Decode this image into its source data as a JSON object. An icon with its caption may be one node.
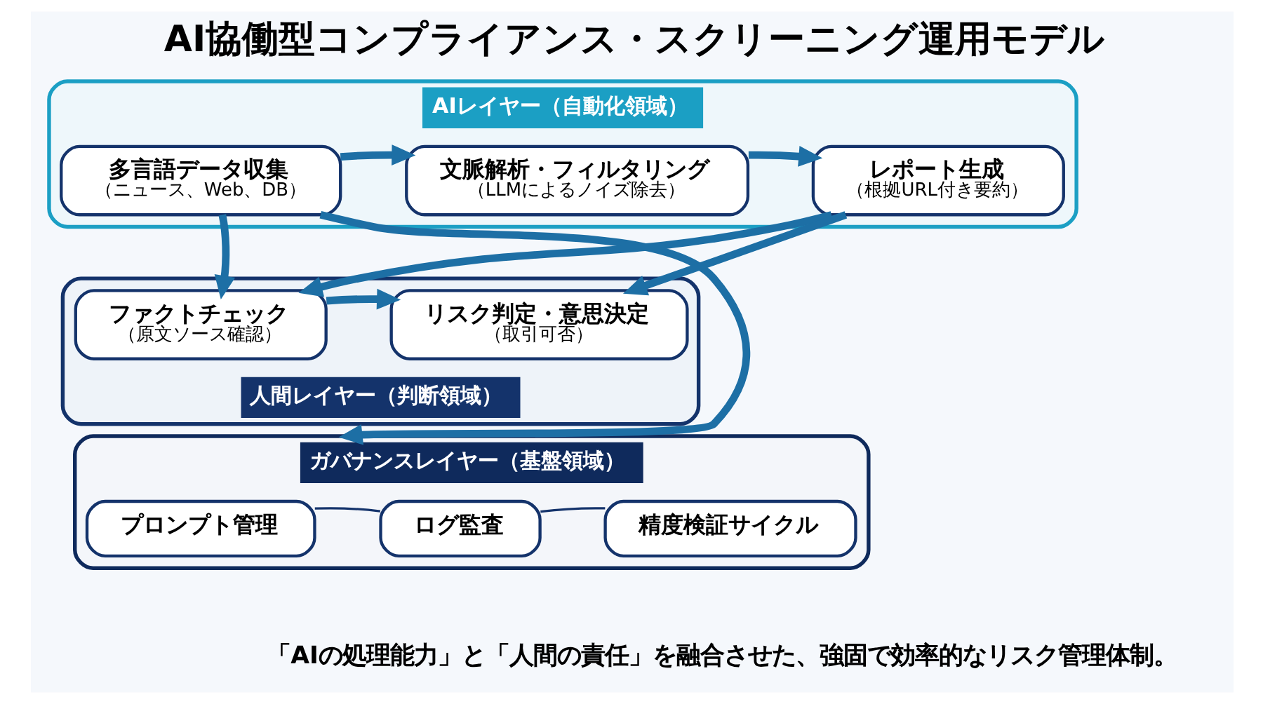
{
  "diagram": {
    "title": "AI協働型コンプライアンス・スクリーニング運用モデル",
    "caption": "「AIの処理能力」と「人間の責任」を融合させた、強固で効率的なリスク管理体制。",
    "nodes": [
      {
        "text": [
          "AIレイヤー（自動化領域）"
        ]
      },
      {
        "text": [
          "多言語データ収集",
          "（ニュース、Web、DB）"
        ],
        "in": 0
      },
      {
        "text": [
          "文脈解析・フィルタリング",
          "（LLMによるノイズ除去）"
        ],
        "in": 0
      },
      {
        "text": [
          "レポート生成",
          "（根拠URL付き要約）"
        ],
        "in": 0
      },
      {
        "text": [
          "人間レイヤー（判断領域）"
        ]
      },
      {
        "text": [
          "ファクトチェック",
          "（原文ソース確認）"
        ],
        "in": 4
      },
      {
        "text": [
          "リスク判定・意思決定",
          "（取引可否）"
        ],
        "in": 4
      },
      {
        "text": [
          "ガバナンスレイヤー（基盤領域）"
        ]
      },
      {
        "text": [
          "プロンプト管理"
        ],
        "in": 7
      },
      {
        "text": [
          "ログ監査"
        ],
        "in": 7
      },
      {
        "text": [
          "精度検証サイクル"
        ],
        "in": 7
      }
    ],
    "edges": [
      {
        "from": 1,
        "to": 2,
        "arrow": "to"
      },
      {
        "from": 2,
        "to": 3,
        "arrow": "to"
      },
      {
        "from": 3,
        "to": 5,
        "arrow": "to"
      },
      {
        "from": 3,
        "to": 6,
        "arrow": "to"
      },
      {
        "from": 1,
        "to": 5,
        "arrow": "to"
      },
      {
        "from": 1,
        "to": 7,
        "arrow": "to"
      },
      {
        "from": 5,
        "to": 6,
        "arrow": "to"
      },
      {
        "from": 8,
        "to": 9,
        "arrow": "none"
      },
      {
        "from": 9,
        "to": 10,
        "arrow": "none"
      }
    ]
  }
}
